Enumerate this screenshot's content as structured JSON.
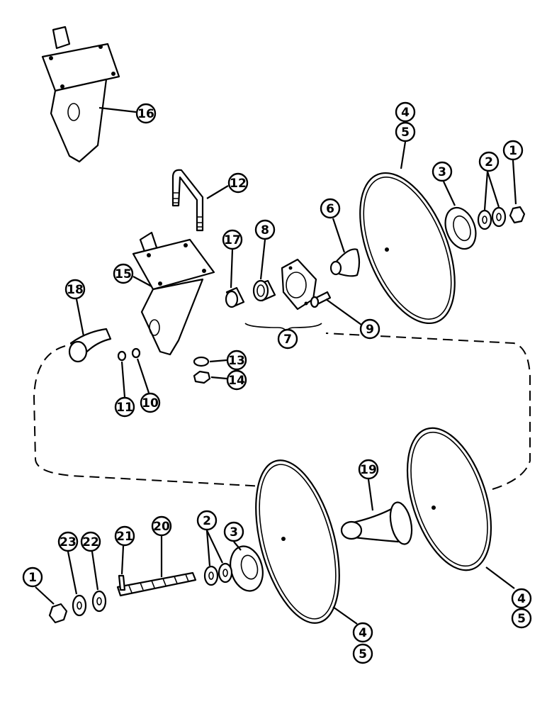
{
  "diagram": {
    "callouts": [
      {
        "id": "c16",
        "label": "16"
      },
      {
        "id": "c4a",
        "label": "4"
      },
      {
        "id": "c5a",
        "label": "5"
      },
      {
        "id": "c3a",
        "label": "3"
      },
      {
        "id": "c2a",
        "label": "2"
      },
      {
        "id": "c1a",
        "label": "1"
      },
      {
        "id": "c12",
        "label": "12"
      },
      {
        "id": "c6",
        "label": "6"
      },
      {
        "id": "c17",
        "label": "17"
      },
      {
        "id": "c8",
        "label": "8"
      },
      {
        "id": "c15",
        "label": "15"
      },
      {
        "id": "c18",
        "label": "18"
      },
      {
        "id": "c9",
        "label": "9"
      },
      {
        "id": "c7",
        "label": "7"
      },
      {
        "id": "c13",
        "label": "13"
      },
      {
        "id": "c14",
        "label": "14"
      },
      {
        "id": "c11",
        "label": "11"
      },
      {
        "id": "c10",
        "label": "10"
      },
      {
        "id": "c19",
        "label": "19"
      },
      {
        "id": "c2b",
        "label": "2"
      },
      {
        "id": "c3b",
        "label": "3"
      },
      {
        "id": "c20",
        "label": "20"
      },
      {
        "id": "c21",
        "label": "21"
      },
      {
        "id": "c22",
        "label": "22"
      },
      {
        "id": "c23",
        "label": "23"
      },
      {
        "id": "c1b",
        "label": "1"
      },
      {
        "id": "c4b",
        "label": "4"
      },
      {
        "id": "c5b",
        "label": "5"
      },
      {
        "id": "c4c",
        "label": "4"
      },
      {
        "id": "c5c",
        "label": "5"
      }
    ]
  }
}
